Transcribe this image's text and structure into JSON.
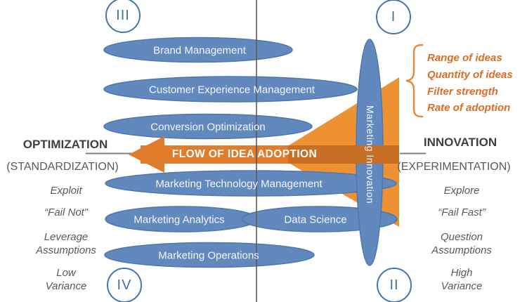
{
  "quadrants": {
    "q1": "I",
    "q2": "II",
    "q3": "III",
    "q4": "IV"
  },
  "left_axis": {
    "title": "OPTIMIZATION",
    "subtitle": "(STANDARDIZATION)",
    "traits": [
      {
        "lines": [
          "Exploit"
        ]
      },
      {
        "lines": [
          "“Fail Not”"
        ]
      },
      {
        "lines": [
          "Leverage",
          "Assumptions"
        ]
      },
      {
        "lines": [
          "Low",
          "Variance"
        ]
      }
    ]
  },
  "right_axis": {
    "title": "INNOVATION",
    "subtitle": "(EXPERIMENTATION)",
    "traits": [
      {
        "lines": [
          "Explore"
        ]
      },
      {
        "lines": [
          "“Fail Fast”"
        ]
      },
      {
        "lines": [
          "Question",
          "Assumptions"
        ]
      },
      {
        "lines": [
          "High",
          "Variance"
        ]
      }
    ]
  },
  "flow_arrow": {
    "label": "FLOW OF IDEA ADOPTION"
  },
  "capabilities": {
    "brand": "Brand Management",
    "cem": "Customer Experience Management",
    "conversion": "Conversion Optimization",
    "mtm": "Marketing Technology Management",
    "analytics": "Marketing Analytics",
    "data_science": "Data Science",
    "operations": "Marketing Operations",
    "innovation": "Marketing Innovation"
  },
  "funnel_annotations": [
    "Range of ideas",
    "Quantity of ideas",
    "Filter strength",
    "Rate of adoption"
  ],
  "colors": {
    "ellipse_blue": "#6189BE",
    "ellipse_stroke": "#4E77AB",
    "funnel_orange": "#EE9133",
    "arrow_orange": "#E07C2C",
    "annotation_orange": "#DD6D22",
    "circle_blue": "#4176AE",
    "header_gray": "#3F3F3F",
    "muted_gray": "#595959"
  }
}
